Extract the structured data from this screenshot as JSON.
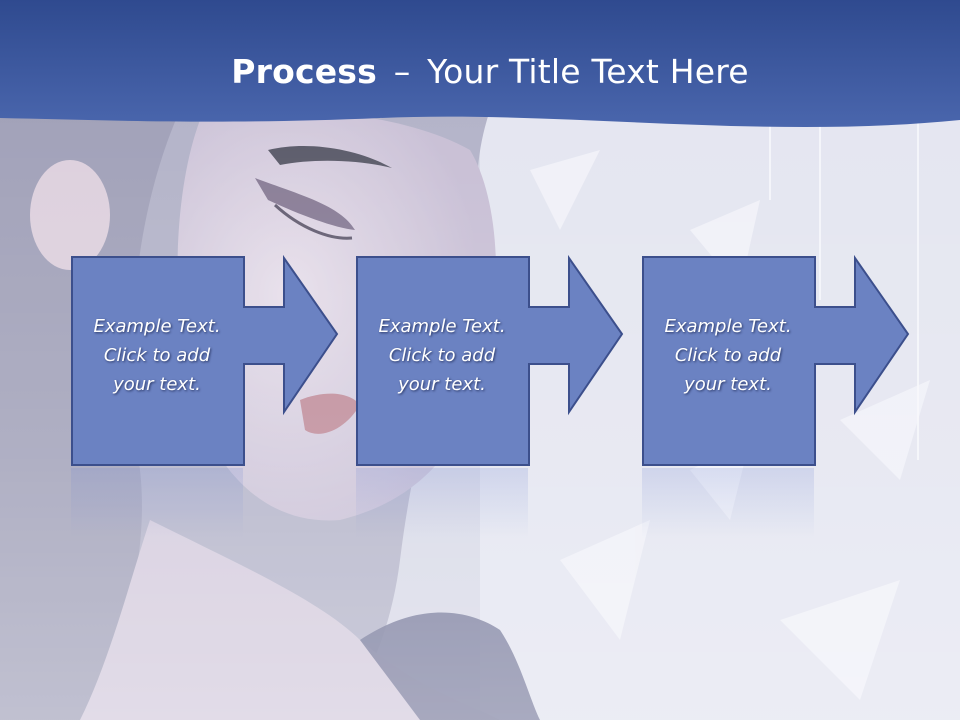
{
  "title": {
    "bold": "Process",
    "separator": "–",
    "rest": "Your Title Text Here"
  },
  "steps": [
    {
      "lines": [
        "Example Text.",
        "Click  to add",
        "your text."
      ]
    },
    {
      "lines": [
        "Example Text.",
        "Click  to add",
        "your text."
      ]
    },
    {
      "lines": [
        "Example Text.",
        "Click  to add",
        "your text."
      ]
    }
  ],
  "colors": {
    "header": "#3f5ca3",
    "box_fill": "#6b82c2",
    "box_stroke": "#3c4f8c"
  }
}
